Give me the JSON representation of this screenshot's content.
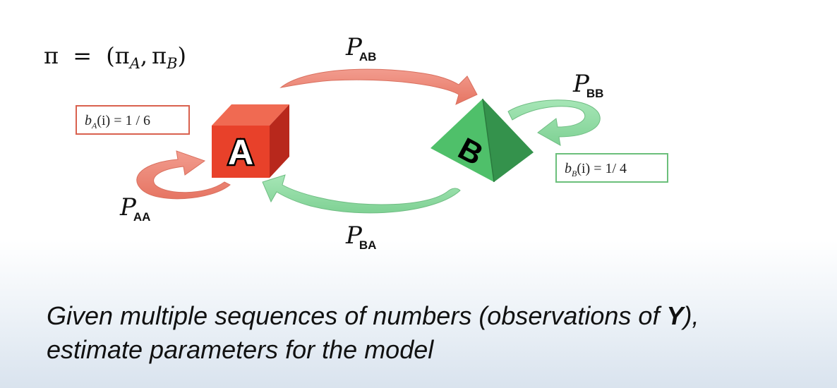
{
  "pi_formula": {
    "lhs": "π",
    "eq": "=",
    "open": "(",
    "pi1": "π",
    "sub1": "A",
    "comma": ",",
    "pi2": "π",
    "sub2": "B",
    "close": ")"
  },
  "states": {
    "a": {
      "letter": "A",
      "emission": {
        "b": "b",
        "sub": "A",
        "rest": "(i) = 1 / 6"
      },
      "colors": {
        "front": "#e8412a",
        "side": "#b8281c",
        "top": "#f06a52",
        "border": "#d9614e"
      }
    },
    "b": {
      "letter": "B",
      "emission": {
        "b": "b",
        "sub": "B",
        "rest": "(i) = 1/ 4"
      },
      "colors": {
        "left": "#4fc06a",
        "right": "#34924c",
        "back": "#6fd488",
        "border": "#6bbf7b"
      }
    }
  },
  "transitions": {
    "ab": {
      "p": "P",
      "sub": "AB",
      "color": "#ec8d7e"
    },
    "bb": {
      "p": "P",
      "sub": "BB",
      "color": "#93dca7"
    },
    "aa": {
      "p": "P",
      "sub": "AA",
      "color": "#ec8d7e"
    },
    "ba": {
      "p": "P",
      "sub": "BA",
      "color": "#93dca7"
    }
  },
  "caption": {
    "part1": "Given multiple sequences of numbers (observations of ",
    "bold": "Y",
    "part2": "),",
    "line2": "estimate parameters for the model"
  }
}
